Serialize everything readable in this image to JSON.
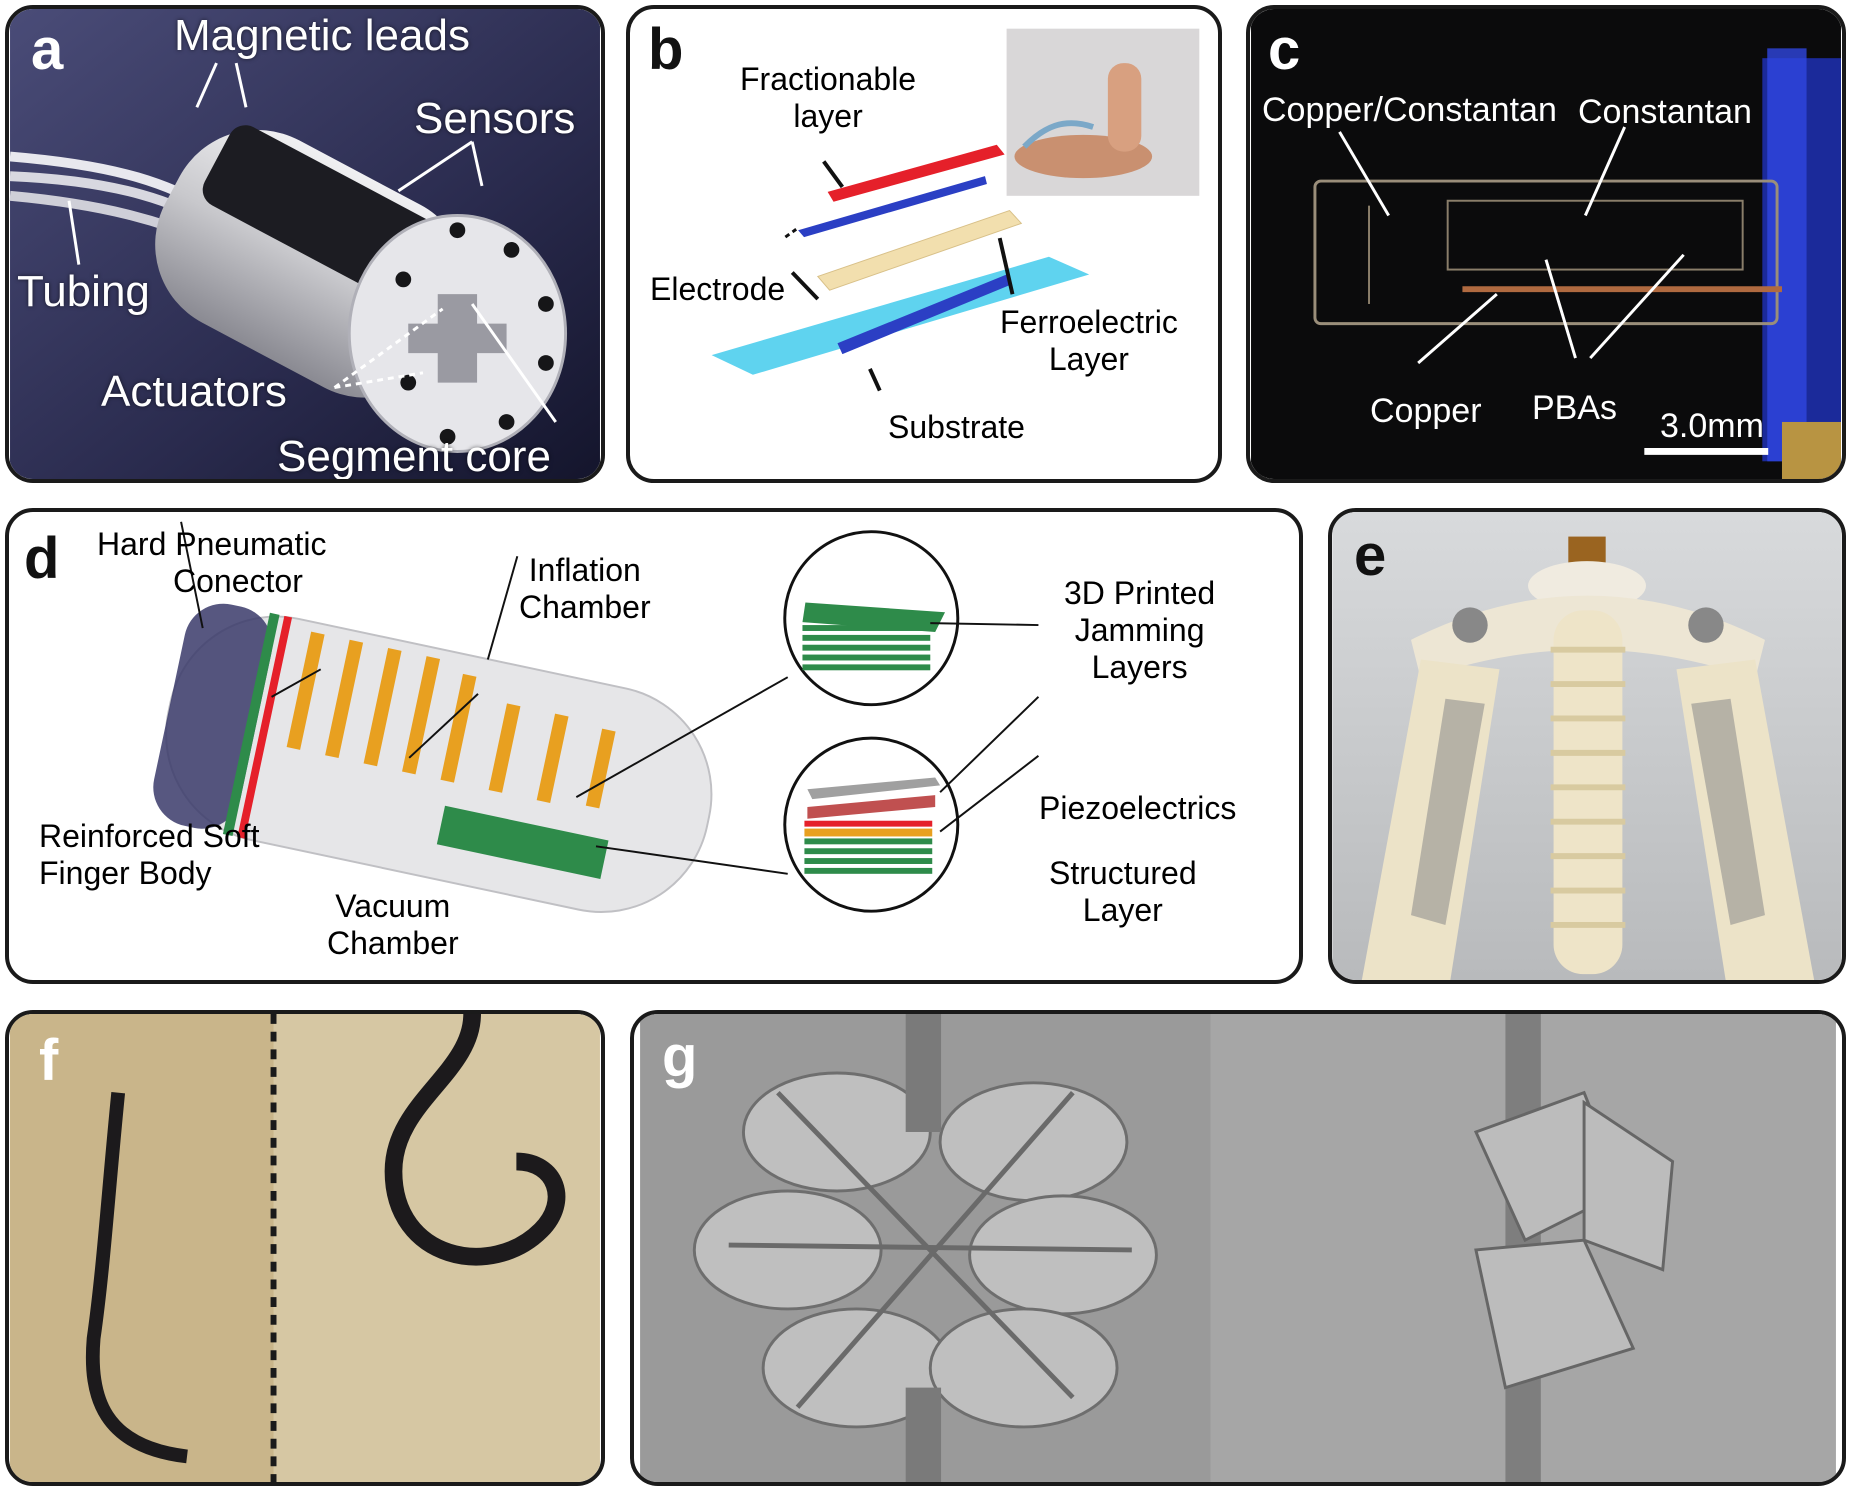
{
  "panels": {
    "a": {
      "label": "a",
      "labels": {
        "magnetic_leads": "Magnetic leads",
        "sensors": "Sensors",
        "tubing": "Tubing",
        "actuators": "Actuators",
        "segment_core": "Segment core"
      }
    },
    "b": {
      "label": "b",
      "labels": {
        "fractionable_line1": "Fractionable",
        "fractionable_line2": "layer",
        "electrode": "Electrode",
        "ferroelectric_line1": "Ferroelectric",
        "ferroelectric_line2": "Layer",
        "substrate": "Substrate"
      }
    },
    "c": {
      "label": "c",
      "labels": {
        "copper_constantan": "Copper/Constantan",
        "constantan": "Constantan",
        "copper": "Copper",
        "pbas": "PBAs",
        "scale": "3.0mm"
      }
    },
    "d": {
      "label": "d",
      "labels": {
        "hard_pneumatic_line1": "Hard Pneumatic",
        "hard_pneumatic_line2": "Conector",
        "inflation_line1": "Inflation",
        "inflation_line2": "Chamber",
        "jamming_line1": "3D Printed",
        "jamming_line2": "Jamming",
        "jamming_line3": "Layers",
        "piezoelectrics": "Piezoelectrics",
        "structured_line1": "Structured",
        "structured_line2": "Layer",
        "reinforced_line1": "Reinforced Soft",
        "reinforced_line2": "Finger Body",
        "vacuum_line1": "Vacuum",
        "vacuum_line2": "Chamber"
      }
    },
    "e": {
      "label": "e"
    },
    "f": {
      "label": "f"
    },
    "g": {
      "label": "g"
    }
  },
  "colors": {
    "border": "#1a1a1a",
    "red_layer": "#e5202a",
    "blue_layer": "#2b3fc4",
    "cream_layer": "#f2dfae",
    "cyan_substrate": "#5fd3ef",
    "jamming_green": "#2e8b4a",
    "orange_rib": "#e8a020"
  }
}
